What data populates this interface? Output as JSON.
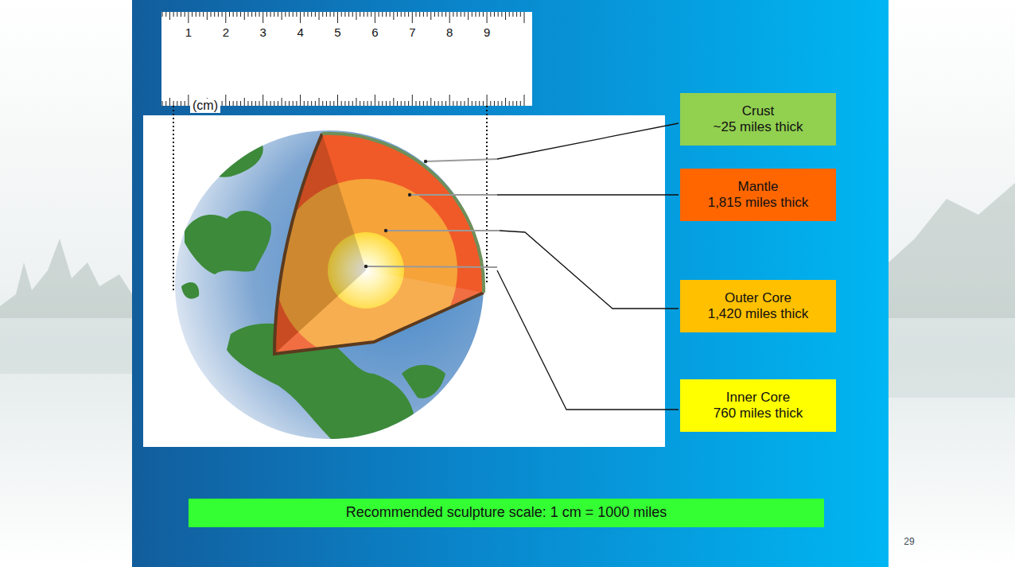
{
  "diagram": {
    "nodes": [
      {
        "text": [
          "Crust",
          "~25 miles thick"
        ]
      },
      {
        "text": [
          "Mantle",
          "1,815 miles thick"
        ]
      },
      {
        "text": [
          "Outer Core",
          "1,420 miles thick"
        ]
      },
      {
        "text": [
          "Inner Core",
          "760 miles thick"
        ]
      },
      {
        "text": [
          "Recommended sculpture scale: 1 cm = 1000 miles"
        ]
      }
    ],
    "labels": [
      "1",
      "2",
      "3",
      "4",
      "5",
      "6",
      "7",
      "8",
      "9",
      "(cm)",
      "29"
    ]
  }
}
